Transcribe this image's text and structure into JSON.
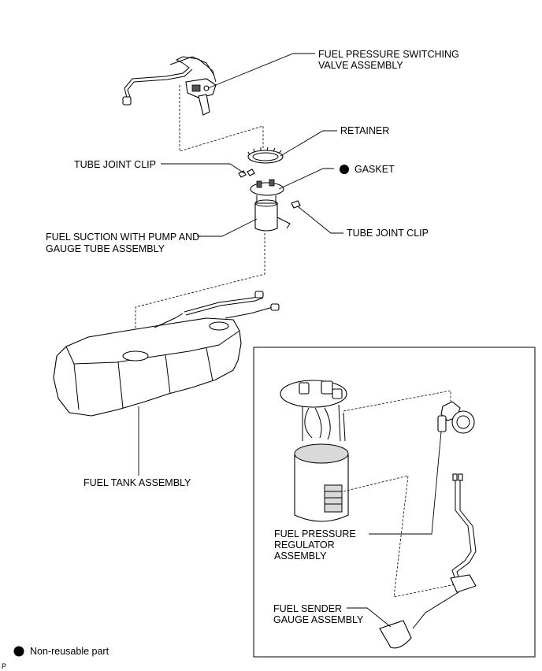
{
  "labels": {
    "valve_line1": "FUEL PRESSURE SWITCHING",
    "valve_line2": "VALVE ASSEMBLY",
    "retainer": "RETAINER",
    "tube_joint_clip_left": "TUBE JOINT CLIP",
    "gasket": "GASKET",
    "suction_line1": "FUEL SUCTION WITH PUMP AND",
    "suction_line2": "GAUGE TUBE ASSEMBLY",
    "tube_joint_clip_right": "TUBE JOINT CLIP",
    "tank": "FUEL TANK ASSEMBLY",
    "regulator_line1": "FUEL PRESSURE",
    "regulator_line2": "REGULATOR",
    "regulator_line3": "ASSEMBLY",
    "sender_line1": "FUEL SENDER",
    "sender_line2": "GAUGE ASSEMBLY"
  },
  "legend": {
    "symbol": "filled-circle",
    "text": "Non-reusable part"
  },
  "corner_mark": "P"
}
